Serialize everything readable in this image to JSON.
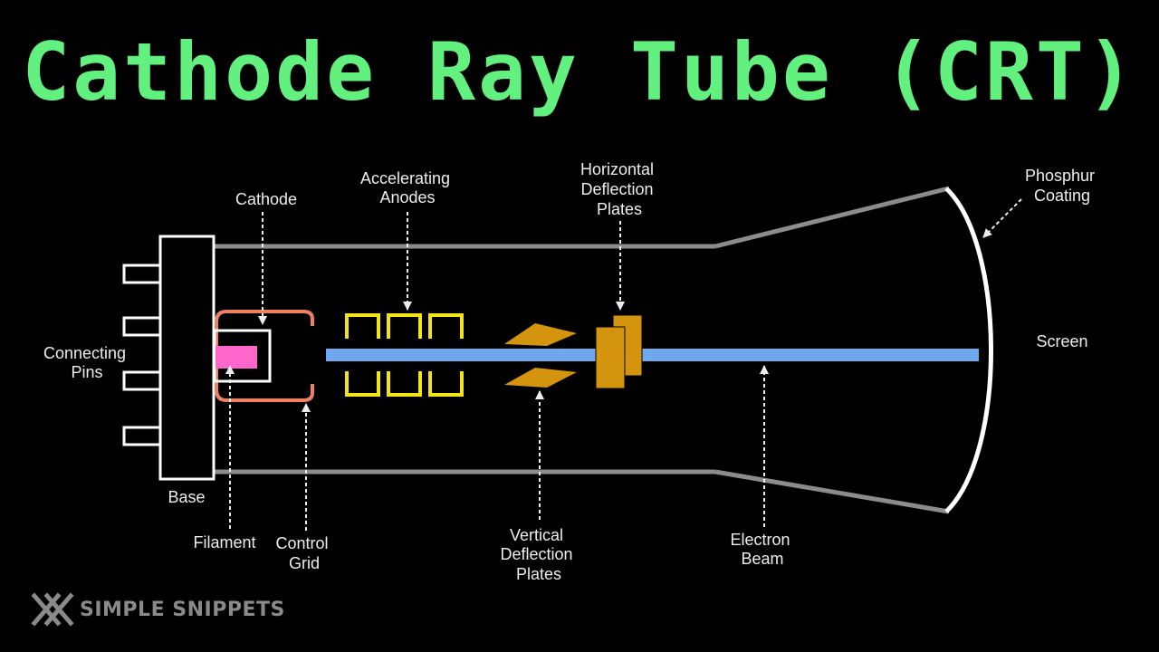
{
  "title": "Cathode Ray Tube (CRT)",
  "colors": {
    "title": "#62f07e",
    "tube_outline": "#8c8c8c",
    "screen": "#ffffff",
    "cathode": "#f08062",
    "filament": "#ff66cc",
    "anodes": "#f2e415",
    "deflection_plates": "#d4940e",
    "electron_beam": "#6fa8ef"
  },
  "labels": {
    "connecting_pins": [
      "Connecting",
      "Pins"
    ],
    "base": "Base",
    "cathode": "Cathode",
    "filament": "Filament",
    "control_grid": [
      "Control",
      "Grid"
    ],
    "accelerating_anodes": [
      "Accelerating",
      "Anodes"
    ],
    "horizontal_deflection_plates": [
      "Horizontal",
      "Deflection",
      "Plates"
    ],
    "vertical_deflection_plates": [
      "Vertical",
      "Deflection",
      "Plates"
    ],
    "electron_beam": [
      "Electron",
      "Beam"
    ],
    "phosphur_coating": [
      "Phosphur",
      "Coating"
    ],
    "screen": "Screen"
  },
  "brand": {
    "name": "SIMPLE SNIPPETS",
    "icon": "crossed-x-icon"
  }
}
